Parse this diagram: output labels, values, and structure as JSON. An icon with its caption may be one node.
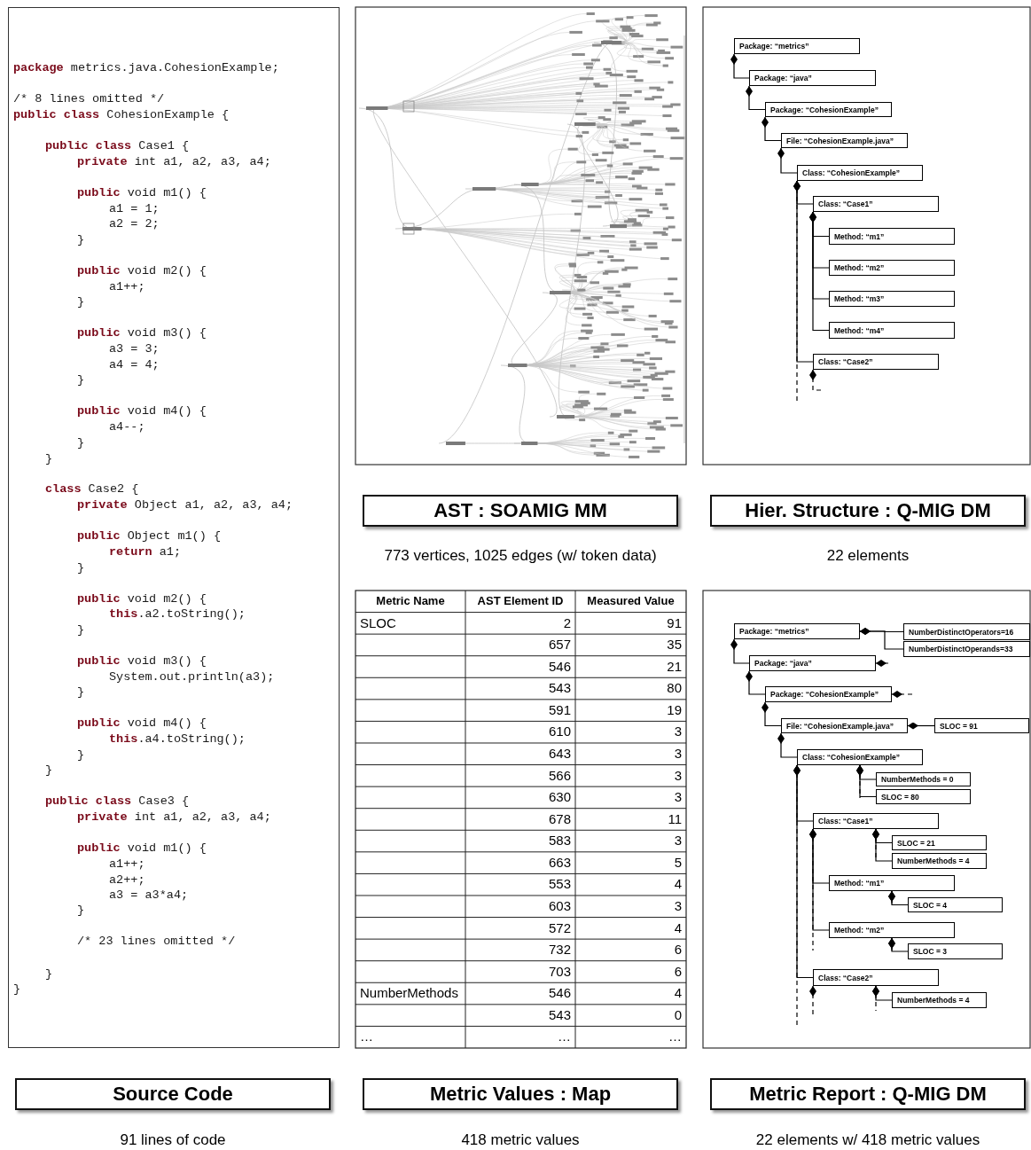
{
  "diagram": {
    "nodes": [
      {
        "text": [
          "**package** metrics.java.CohesionExample;",
          "/* 8 lines omitted */",
          "**public** **class** CohesionExample {",
          "**public** **class** Case1 {",
          "**private** int a1, a2, a3, a4;",
          "**public** void m1() {",
          "a1 = 1;",
          "a2 = 2;",
          "}",
          "**public** void m2() {",
          "a1++;",
          "}",
          "**public** void m3() {",
          "a3 = 3;",
          "a4 = 4;",
          "}",
          "**public** void m4() {",
          "a4--;",
          "}",
          "}",
          "**class** Case2 {",
          "**private** Object a1, a2, a3, a4;",
          "**public** Object m1() {",
          "**return** a1;",
          "}",
          "**public** void m2() {",
          "**this**.a2.toString();",
          "}",
          "**public** void m3() {",
          "System.out.println(a3);",
          "}",
          "**public** void m4() {",
          "**this**.a4.toString();",
          "}",
          "}",
          "**public** **class** Case3 {",
          "**private** int a1, a2, a3, a4;",
          "**public** void m1() {",
          "a1++;",
          "a2++;",
          "a3 = a3*a4;",
          "}",
          "/* 23 lines omitted */",
          "}",
          "}"
        ]
      },
      {
        "text": [
          "Package: “metrics”"
        ]
      },
      {
        "text": [
          "Package: “java”"
        ]
      },
      {
        "text": [
          "Package: “CohesionExample”"
        ]
      },
      {
        "text": [
          "File: “CohesionExample.java”"
        ]
      },
      {
        "text": [
          "Class: “CohesionExample”"
        ]
      },
      {
        "text": [
          "Class: “Case1”"
        ]
      },
      {
        "text": [
          "Method: “m1”"
        ]
      },
      {
        "text": [
          "Method: “m2”"
        ]
      },
      {
        "text": [
          "Method: “m3”"
        ]
      },
      {
        "text": [
          "Method: “m4”"
        ]
      },
      {
        "text": [
          "Class: “Case2”"
        ]
      },
      {
        "text": [
          "AST : SOAMIG MM"
        ],
        "beside": [
          "773 vertices, 1025 edges (w/ token data)"
        ]
      },
      {
        "text": [
          "Hier. Structure : Q-MIG DM"
        ],
        "beside": [
          "22 elements"
        ]
      },
      {
        "text": [
          "Package: “metrics”"
        ]
      },
      {
        "text": [
          "NumberDistinctOperators=16"
        ]
      },
      {
        "text": [
          "NumberDistinctOperands=33"
        ]
      },
      {
        "text": [
          "Package: “java”"
        ]
      },
      {
        "text": [
          "Package: “CohesionExample”"
        ]
      },
      {
        "text": [
          "File: “CohesionExample.java”"
        ]
      },
      {
        "text": [
          "SLOC = 91"
        ]
      },
      {
        "text": [
          "Class: “CohesionExample”"
        ]
      },
      {
        "text": [
          "NumberMethods = 0"
        ]
      },
      {
        "text": [
          "SLOC = 80"
        ]
      },
      {
        "text": [
          "Class: “Case1”"
        ]
      },
      {
        "text": [
          "SLOC = 21"
        ]
      },
      {
        "text": [
          "NumberMethods = 4"
        ]
      },
      {
        "text": [
          "Method: “m1”"
        ]
      },
      {
        "text": [
          "SLOC = 4"
        ]
      },
      {
        "text": [
          "Method: “m2”"
        ]
      },
      {
        "text": [
          "SLOC = 3"
        ]
      },
      {
        "text": [
          "Class: “Case2”"
        ]
      },
      {
        "text": [
          "NumberMethods = 4"
        ]
      },
      {
        "text": [
          "Source Code"
        ],
        "beside": [
          "91 lines of code"
        ]
      },
      {
        "text": [
          "Metric Values : Map"
        ],
        "beside": [
          "418 metric values"
        ]
      },
      {
        "text": [
          "Metric Report : Q-MIG DM"
        ],
        "beside": [
          "22 elements w/ 418 metric values"
        ]
      }
    ],
    "edges": [
      {
        "from": 1,
        "to": 2,
        "arrow": "other"
      },
      {
        "from": 2,
        "to": 3,
        "arrow": "other"
      },
      {
        "from": 3,
        "to": 4,
        "arrow": "other"
      },
      {
        "from": 4,
        "to": 5,
        "arrow": "other"
      },
      {
        "from": 5,
        "to": 6,
        "arrow": "other"
      },
      {
        "from": 6,
        "to": 7,
        "arrow": "other"
      },
      {
        "from": 6,
        "to": 8,
        "arrow": "other"
      },
      {
        "from": 6,
        "to": 9,
        "arrow": "other"
      },
      {
        "from": 6,
        "to": 10,
        "arrow": "other"
      },
      {
        "from": 5,
        "to": 11,
        "arrow": "other"
      },
      {
        "from": 5,
        "to": null,
        "arrow": "other",
        "style": "dashed"
      },
      {
        "from": 11,
        "to": null,
        "arrow": "other",
        "style": "dashed"
      },
      {
        "from": 14,
        "to": 15,
        "arrow": "other"
      },
      {
        "from": 14,
        "to": 16,
        "arrow": "other"
      },
      {
        "from": 14,
        "to": 17,
        "arrow": "other"
      },
      {
        "from": 17,
        "to": null,
        "arrow": "other",
        "style": "dashed"
      },
      {
        "from": 17,
        "to": 18,
        "arrow": "other"
      },
      {
        "from": 18,
        "to": null,
        "arrow": "other",
        "style": "dashed"
      },
      {
        "from": 18,
        "to": 19,
        "arrow": "other"
      },
      {
        "from": 19,
        "to": 20,
        "arrow": "other"
      },
      {
        "from": 19,
        "to": 21,
        "arrow": "other"
      },
      {
        "from": 21,
        "to": 22,
        "arrow": "other"
      },
      {
        "from": 21,
        "to": 23,
        "arrow": "other"
      },
      {
        "from": 21,
        "to": null,
        "arrow": "other",
        "style": "dashed"
      },
      {
        "from": 21,
        "to": 24,
        "arrow": "other"
      },
      {
        "from": 24,
        "to": 25,
        "arrow": "other"
      },
      {
        "from": 24,
        "to": 26,
        "arrow": "other"
      },
      {
        "from": 24,
        "to": null,
        "arrow": "other",
        "style": "dashed"
      },
      {
        "from": 24,
        "to": 27,
        "arrow": "other"
      },
      {
        "from": 27,
        "to": 28,
        "arrow": "other"
      },
      {
        "from": 27,
        "to": null,
        "arrow": "other",
        "style": "dashed"
      },
      {
        "from": 24,
        "to": 29,
        "arrow": "other"
      },
      {
        "from": 29,
        "to": 30,
        "arrow": "other"
      },
      {
        "from": 29,
        "to": null,
        "arrow": "other",
        "style": "dashed"
      },
      {
        "from": 24,
        "to": null,
        "arrow": "other",
        "style": "dashed"
      },
      {
        "from": 21,
        "to": 31,
        "arrow": "other"
      },
      {
        "from": 21,
        "to": null,
        "arrow": "other",
        "style": "dashed"
      },
      {
        "from": 31,
        "to": 32,
        "arrow": "other"
      },
      {
        "from": 31,
        "to": null,
        "arrow": "other",
        "style": "dashed"
      },
      {
        "from": 31,
        "to": null,
        "arrow": "other",
        "style": "dashed"
      }
    ],
    "labels": [
      "Metric Name",
      "AST Element ID",
      "Measured Value",
      "SLOC",
      "2",
      "91",
      "657",
      "35",
      "546",
      "21",
      "543",
      "80",
      "591",
      "19",
      "610",
      "3",
      "643",
      "3",
      "566",
      "3",
      "630",
      "3",
      "678",
      "11",
      "583",
      "3",
      "663",
      "5",
      "553",
      "4",
      "603",
      "3",
      "572",
      "4",
      "732",
      "6",
      "703",
      "6",
      "NumberMethods",
      "546",
      "4",
      "543",
      "0",
      "…",
      "…",
      "…"
    ]
  }
}
